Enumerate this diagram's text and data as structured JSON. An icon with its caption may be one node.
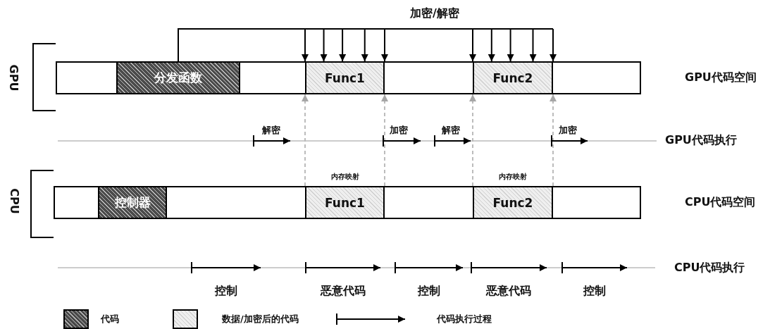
{
  "diagram": {
    "nodes": [
      {
        "text": [],
        "shape": "bar",
        "beside": [
          "GPU代码空间"
        ]
      },
      {
        "text": [
          "分发函数"
        ],
        "in": 0
      },
      {
        "text": [
          "Func1"
        ],
        "in": 0
      },
      {
        "text": [
          "Func2"
        ],
        "in": 0
      },
      {
        "text": [],
        "shape": "bar",
        "beside": [
          "CPU代码空间"
        ]
      },
      {
        "text": [
          "控制器"
        ],
        "in": 4
      },
      {
        "text": [
          "Func1"
        ],
        "in": 4,
        "beside": [
          "内存映射"
        ]
      },
      {
        "text": [
          "Func2"
        ],
        "in": 4,
        "beside": [
          "内存映射"
        ]
      }
    ],
    "edges": [
      {
        "from": 1,
        "to": 2,
        "arrow": "to",
        "color": "#000000"
      },
      {
        "from": 1,
        "to": 3,
        "arrow": "to",
        "label": "加密/解密",
        "color": "#000000"
      },
      {
        "from": 6,
        "to": 2,
        "arrow": "to",
        "style": "dashed",
        "color": "#a6a6a6"
      },
      {
        "from": 6,
        "to": 2,
        "arrow": "to",
        "style": "dashed",
        "color": "#a6a6a6"
      },
      {
        "from": 7,
        "to": 3,
        "arrow": "to",
        "style": "dashed",
        "color": "#a6a6a6"
      },
      {
        "from": 7,
        "to": 3,
        "arrow": "to",
        "style": "dashed",
        "color": "#a6a6a6"
      }
    ],
    "labels": [
      "GPU",
      "解密",
      "加密",
      "解密",
      "加密",
      "GPU代码执行",
      "CPU",
      "控制",
      "恶意代码",
      "控制",
      "恶意代码",
      "控制",
      "CPU代码执行"
    ],
    "legend": [
      {
        "text": "代码",
        "color": "#4a4a4a"
      },
      {
        "text": "数据/加密后的代码",
        "color": "#efefef"
      },
      {
        "text": "代码执行过程"
      }
    ]
  }
}
